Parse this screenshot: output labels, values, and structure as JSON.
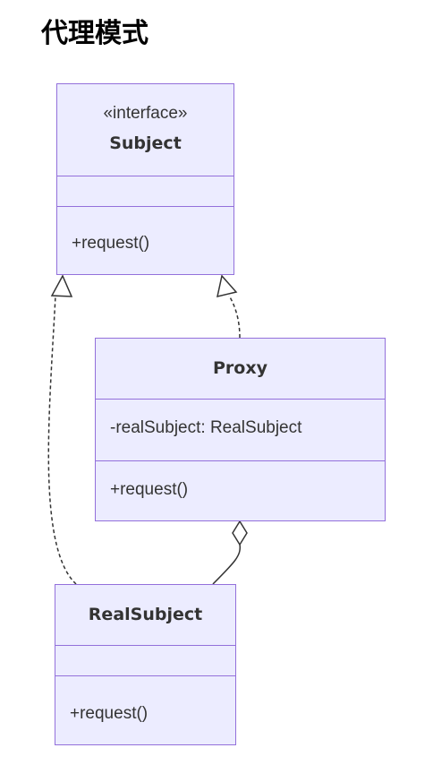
{
  "title": "代理模式",
  "colors": {
    "box_fill": "#ececff",
    "box_border": "#9370db",
    "text": "#333333",
    "edge": "#333333"
  },
  "classes": {
    "subject": {
      "stereotype": "«interface»",
      "name": "Subject",
      "attributes": [],
      "methods": [
        "+request()"
      ]
    },
    "proxy": {
      "name": "Proxy",
      "attributes": [
        "-realSubject: RealSubject"
      ],
      "methods": [
        "+request()"
      ]
    },
    "real_subject": {
      "name": "RealSubject",
      "attributes": [],
      "methods": [
        "+request()"
      ]
    }
  },
  "relations": [
    {
      "from": "Proxy",
      "to": "Subject",
      "type": "realization"
    },
    {
      "from": "RealSubject",
      "to": "Subject",
      "type": "realization"
    },
    {
      "from": "RealSubject",
      "to": "Proxy",
      "type": "aggregation"
    }
  ]
}
